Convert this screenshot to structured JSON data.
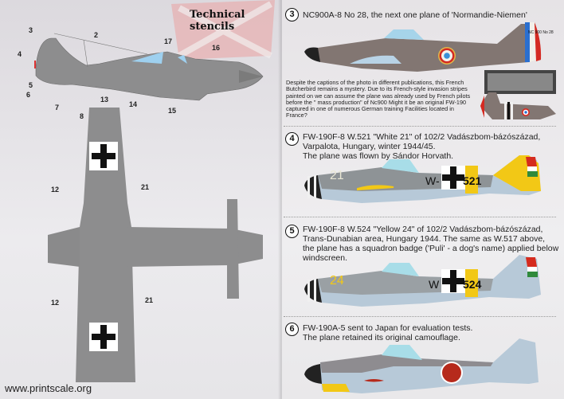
{
  "left_page": {
    "title": "Technical stencils",
    "callouts": [
      "2",
      "3",
      "4",
      "5",
      "6",
      "7",
      "8",
      "13",
      "14",
      "15",
      "16",
      "17",
      "12",
      "21",
      "12",
      "21"
    ],
    "website": "www.printscale.org"
  },
  "right_page": {
    "sections": [
      {
        "number": "3",
        "caption": "NC900A-8 No 28, the next one plane of 'Normandie-Niemen'",
        "note": "Despite the captions of the photo in different publications, this French Butcherbird remains a mystery. Due to its French-style invasion stripes painted on we can assume the plane was already used by French pilots before the \" mass production\" of Nc900 Might it be an original FW-190 captured in one of numerous German training Facilities located in France?",
        "tail_marking": "NC 900 No 28"
      },
      {
        "number": "4",
        "caption_lines": [
          "FW-190F-8 W.521 \"White 21\" of 102/2 Vadászbom-bázószázad,",
          "Varpalota, Hungary, winter 1944/45.",
          "The plane was flown by Sándor Horvath."
        ],
        "nose_number": "21",
        "fuselage_code": "W-",
        "fuselage_number": "521"
      },
      {
        "number": "5",
        "caption_lines": [
          "FW-190F-8 W.524 \"Yellow 24\" of 102/2 Vadászbom-bázószázad,",
          "Trans-Dunabian area, Hungary 1944. The same as W.517 above,",
          "the plane has a squadron badge ('Puli' - a dog's name) applied below",
          "windscreen."
        ],
        "nose_number": "24",
        "fuselage_code": "W",
        "fuselage_number": "524"
      },
      {
        "number": "6",
        "caption_lines": [
          "FW-190A-5 sent to Japan for evaluation tests.",
          "The plane retained its original camouflage."
        ]
      }
    ]
  },
  "colors": {
    "french_blue": "#2a6fd0",
    "french_red": "#d42a22",
    "hungary_red": "#d52b1e",
    "hungary_green": "#2f8a3c",
    "yellow": "#f2c816",
    "hinomaru": "#b62a1c",
    "grey": "#8f8f90",
    "rlm_blue": "#b7c9d8"
  }
}
